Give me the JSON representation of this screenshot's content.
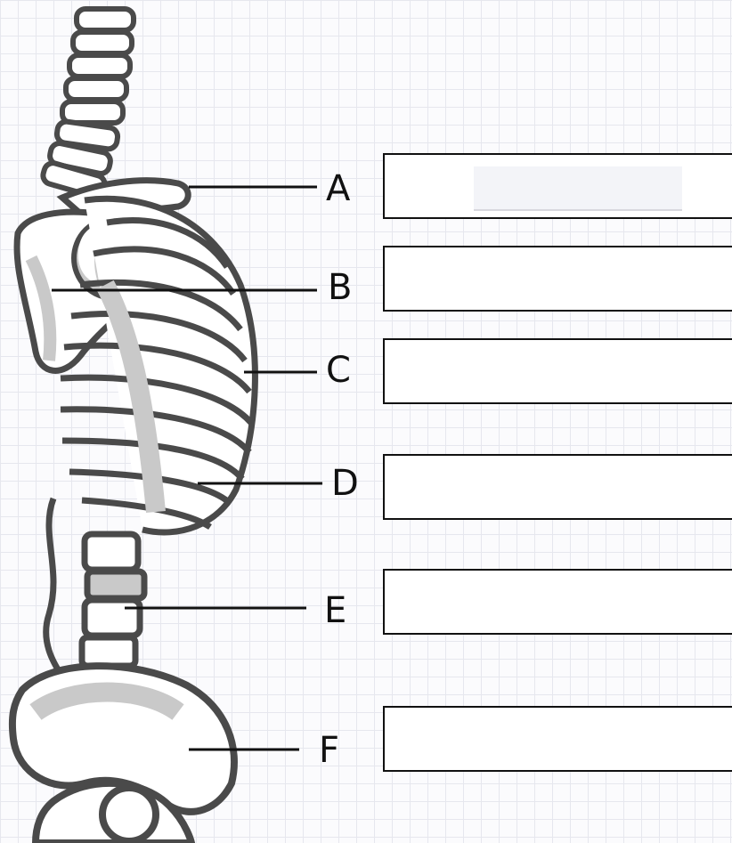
{
  "labels": [
    "A",
    "B",
    "C",
    "D",
    "E",
    "F"
  ],
  "answers": [
    {
      "label": "A",
      "value": "",
      "placeholder": ""
    },
    {
      "label": "B",
      "value": ""
    },
    {
      "label": "C",
      "value": ""
    },
    {
      "label": "D",
      "value": ""
    },
    {
      "label": "E",
      "value": ""
    },
    {
      "label": "F",
      "value": ""
    }
  ],
  "colors": {
    "bone_outline": "#4a4a4a",
    "bone_shade": "#c9c9c9",
    "bone_fill": "#ffffff",
    "leader_line": "#111111",
    "grid": "#e6e7ee"
  }
}
